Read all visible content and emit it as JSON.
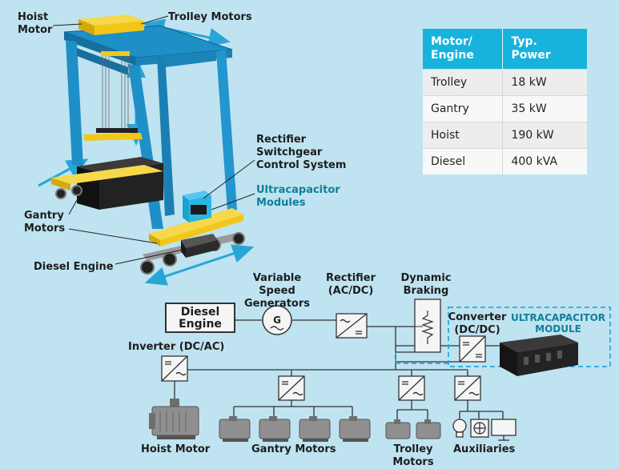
{
  "crane_labels": {
    "hoist_motor": "Hoist\nMotor",
    "trolley_motors": "Trolley Motors",
    "rectifier_block": "Rectifier\nSwitchgear\nControl System",
    "ultracap_modules": "Ultracapacitor\nModules",
    "gantry_motors": "Gantry\nMotors",
    "diesel_engine": "Diesel Engine"
  },
  "power_table": {
    "headers": [
      "Motor/\nEngine",
      "Typ.\nPower"
    ],
    "rows": [
      [
        "Trolley",
        "18 kW"
      ],
      [
        "Gantry",
        "35 kW"
      ],
      [
        "Hoist",
        "190 kW"
      ],
      [
        "Diesel",
        "400 kVA"
      ]
    ]
  },
  "schematic": {
    "diesel_engine": "Diesel\nEngine",
    "generators": "Variable\nSpeed\nGenerators",
    "generator_symbol": "G",
    "rectifier": "Rectifier\n(AC/DC)",
    "dynamic_braking": "Dynamic\nBraking",
    "converter": "Converter\n(DC/DC)",
    "ultracap_module": "ULTRACAPACITOR\nMODULE",
    "inverter": "Inverter (DC/AC)",
    "hoist_motor": "Hoist Motor",
    "gantry_motors": "Gantry Motors",
    "trolley_motors": "Trolley\nMotors",
    "auxiliaries": "Auxiliaries"
  },
  "colors": {
    "background": "#bfe3f1",
    "crane_blue": "#1f8fc7",
    "crane_yellow": "#f2c718",
    "table_header": "#17b3dc",
    "teal_text": "#0f7f9a",
    "arrow": "#2aa6d6"
  }
}
